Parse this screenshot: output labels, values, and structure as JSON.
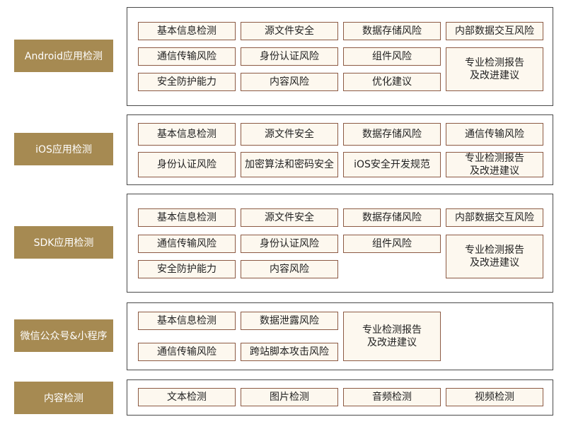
{
  "sections": [
    {
      "label": "Android应用检测",
      "cells": [
        "基本信息检测",
        "源文件安全",
        "数据存储风险",
        "内部数据交互风险",
        "通信传输风险",
        "身份认证风险",
        "组件风险",
        "专业检测报告\n及改进建议",
        "安全防护能力",
        "内容风险",
        "优化建议"
      ]
    },
    {
      "label": "iOS应用检测",
      "cells": [
        "基本信息检测",
        "源文件安全",
        "数据存储风险",
        "通信传输风险",
        "身份认证风险",
        "加密算法和密码安全",
        "iOS安全开发规范",
        "专业检测报告\n及改进建议"
      ]
    },
    {
      "label": "SDK应用检测",
      "cells": [
        "基本信息检测",
        "源文件安全",
        "数据存储风险",
        "内部数据交互风险",
        "通信传输风险",
        "身份认证风险",
        "组件风险",
        "专业检测报告\n及改进建议",
        "安全防护能力",
        "内容风险"
      ]
    },
    {
      "label": "微信公众号&小程序",
      "cells": [
        "基本信息检测",
        "数据泄露风险",
        "专业检测报告\n及改进建议",
        "通信传输风险",
        "跨站脚本攻击风险"
      ]
    },
    {
      "label": "内容检测",
      "cells": [
        "文本检测",
        "图片检测",
        "音频检测",
        "视频检测"
      ]
    }
  ],
  "colors": {
    "label_bg": "#a68a52",
    "label_text": "#ffffff",
    "cell_border": "#8c5a44",
    "cell_bg": "#fdf8ef",
    "panel_border": "#4a4a4a"
  }
}
